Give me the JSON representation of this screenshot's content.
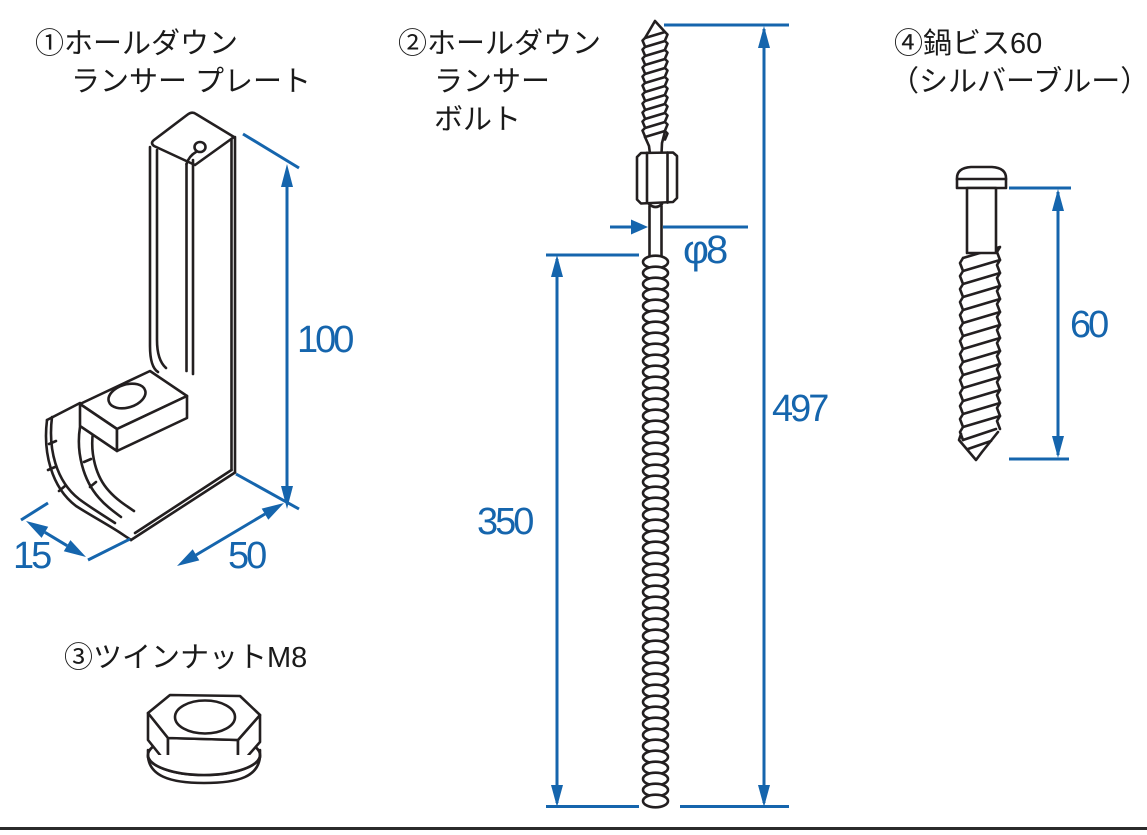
{
  "colors": {
    "background": "#ffffff",
    "line": "#231f20",
    "dimension": "#1565ad",
    "divider": "#2b2b2b"
  },
  "parts": {
    "plate": {
      "label_line1": "①ホールダウン",
      "label_line2": "ランサー プレート",
      "dim_height": "100",
      "dim_depth": "15",
      "dim_width": "50"
    },
    "bolt": {
      "label_line1": "②ホールダウン",
      "label_line2": "ランサー",
      "label_line3": "ボルト",
      "dim_diameter": "φ8",
      "dim_lower_thread_length": "350",
      "dim_total_length": "497"
    },
    "nut": {
      "label": "③ツインナットM8"
    },
    "screw": {
      "label_line1": "④鍋ビス60",
      "label_line2": "（シルバーブルー）",
      "dim_length": "60"
    }
  }
}
